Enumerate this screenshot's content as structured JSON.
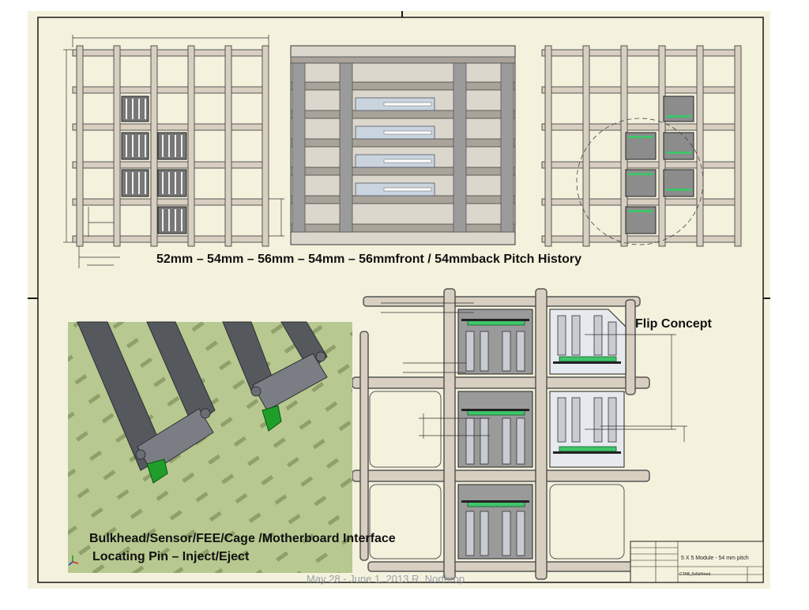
{
  "slide": {
    "pitch_history_label": "52mm – 54mm – 56mm – 54mm – 56mmfront / 54mmback    Pitch History",
    "flip_concept_label": "Flip Concept",
    "interface_label": "Bulkhead/Sensor/FEE/Cage /Motherboard Interface",
    "locating_pin_label": "Locating Pin – Inject/Eject",
    "footer": "May 28 - June 1, 2013   R. Northrop"
  },
  "title_block": {
    "title": "5 X 5  Module - 54 mm pitch",
    "drawing_no": "CTAB_5x5d4mod"
  },
  "colors": {
    "paper": "#f4f2dd",
    "frame": "#1a1a1a",
    "grid_fill": "#d8cfc0",
    "grid_stroke": "#555555",
    "module_gray": "#8c8c8c",
    "highlight_green": "#3fc46a",
    "render_bg": "#b7c890",
    "arm_gray": "#55585d",
    "pin_green": "#1f9f2a"
  }
}
